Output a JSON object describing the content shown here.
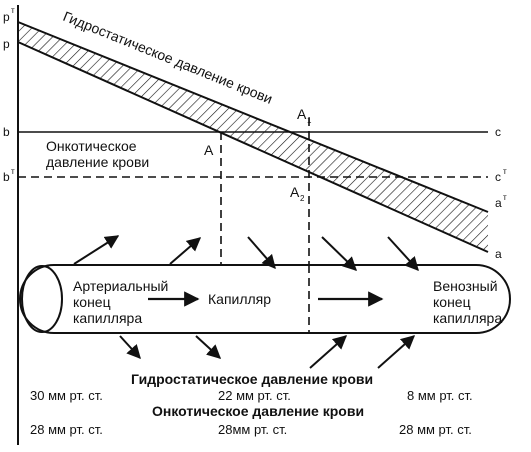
{
  "axis_labels": {
    "p_prime": "p",
    "p_prime_sup": "т",
    "p": "p",
    "b": "b",
    "b_prime": "b",
    "b_prime_sup": "т",
    "c": "c",
    "c_prime": "c",
    "c_prime_sup": "т",
    "a_prime": "a",
    "a_prime_sup": "т",
    "a": "a"
  },
  "points": {
    "A": "A",
    "A1": "A",
    "A1_sub": "1",
    "A2": "A",
    "A2_sub": "2"
  },
  "line_labels": {
    "hydrostatic": "Гидростатическое давление крови",
    "oncotic_line1": "Онкотическое",
    "oncotic_line2": "давление крови"
  },
  "capillary": {
    "arterial_line1": "Артериальный",
    "arterial_line2": "конец",
    "arterial_line3": "капилляра",
    "middle": "Капилляр",
    "venous_line1": "Венозный",
    "venous_line2": "конец",
    "venous_line3": "капилляра"
  },
  "pressures": {
    "hydro_title": "Гидростатическое давление крови",
    "hydro_values": [
      "30 мм рт. ст.",
      "22 мм рт. ст.",
      "8 мм рт. ст."
    ],
    "onco_title": "Онкотическое давление крови",
    "onco_values": [
      "28 мм рт. ст.",
      "28мм рт. ст.",
      "28 мм рт. ст."
    ]
  }
}
